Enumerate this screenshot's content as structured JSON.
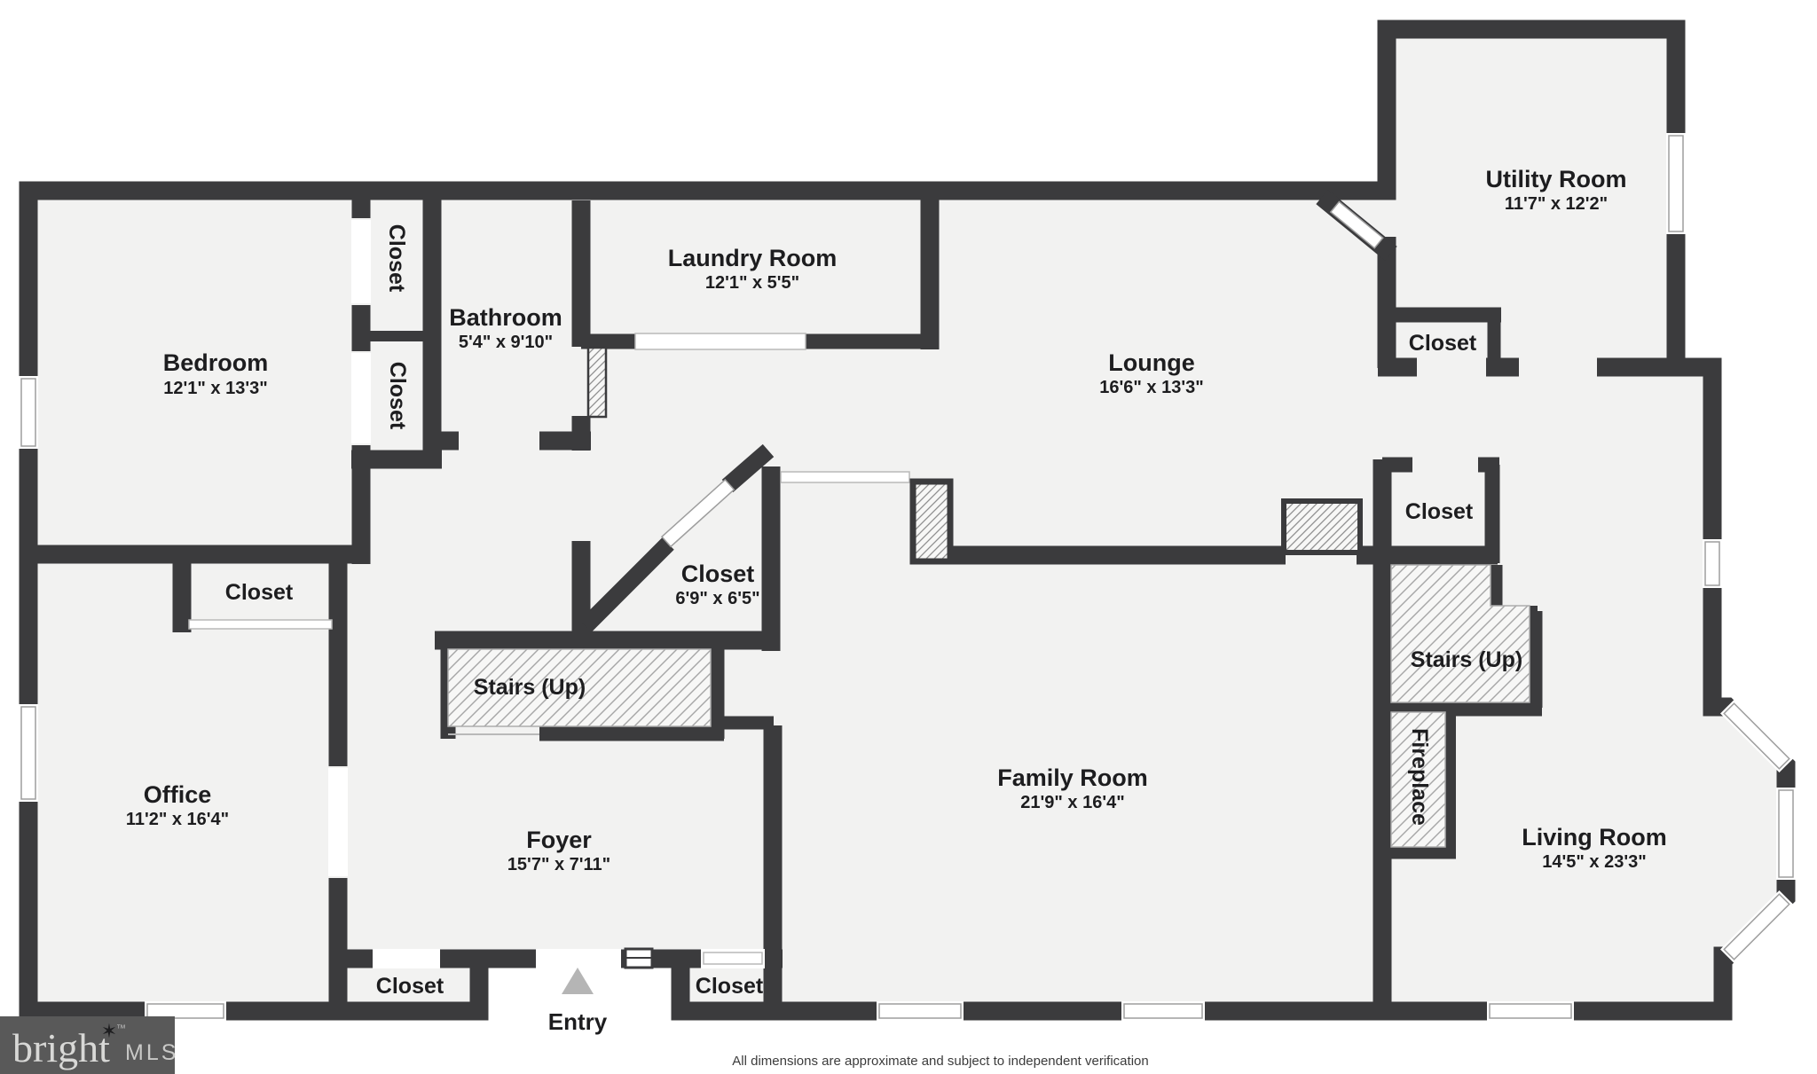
{
  "branding": {
    "name": "bright",
    "tm": "™",
    "suffix": "MLS"
  },
  "footer": {
    "disclaimer": "All dimensions are approximate and subject to independent verification"
  },
  "labels": {
    "closet": "Closet",
    "stairs": "Stairs (Up)",
    "fireplace": "Fireplace",
    "entry": "Entry"
  },
  "rooms": {
    "bedroom": {
      "name": "Bedroom",
      "dims": "12'1\" x 13'3\""
    },
    "bathroom": {
      "name": "Bathroom",
      "dims": "5'4\" x 9'10\""
    },
    "laundry": {
      "name": "Laundry Room",
      "dims": "12'1\" x 5'5\""
    },
    "lounge": {
      "name": "Lounge",
      "dims": "16'6\" x 13'3\""
    },
    "utility": {
      "name": "Utility Room",
      "dims": "11'7\" x 12'2\""
    },
    "hall_closet": {
      "name": "Closet",
      "dims": "6'9\" x 6'5\""
    },
    "office": {
      "name": "Office",
      "dims": "11'2\" x 16'4\""
    },
    "foyer": {
      "name": "Foyer",
      "dims": "15'7\" x 7'11\""
    },
    "family": {
      "name": "Family Room",
      "dims": "21'9\" x 16'4\""
    },
    "living": {
      "name": "Living Room",
      "dims": "14'5\" x 23'3\""
    }
  },
  "colors": {
    "wall": "#3b3b3d",
    "floor": "#f2f2f1",
    "accent": "#e8602c",
    "logo_bg": "#595959"
  }
}
